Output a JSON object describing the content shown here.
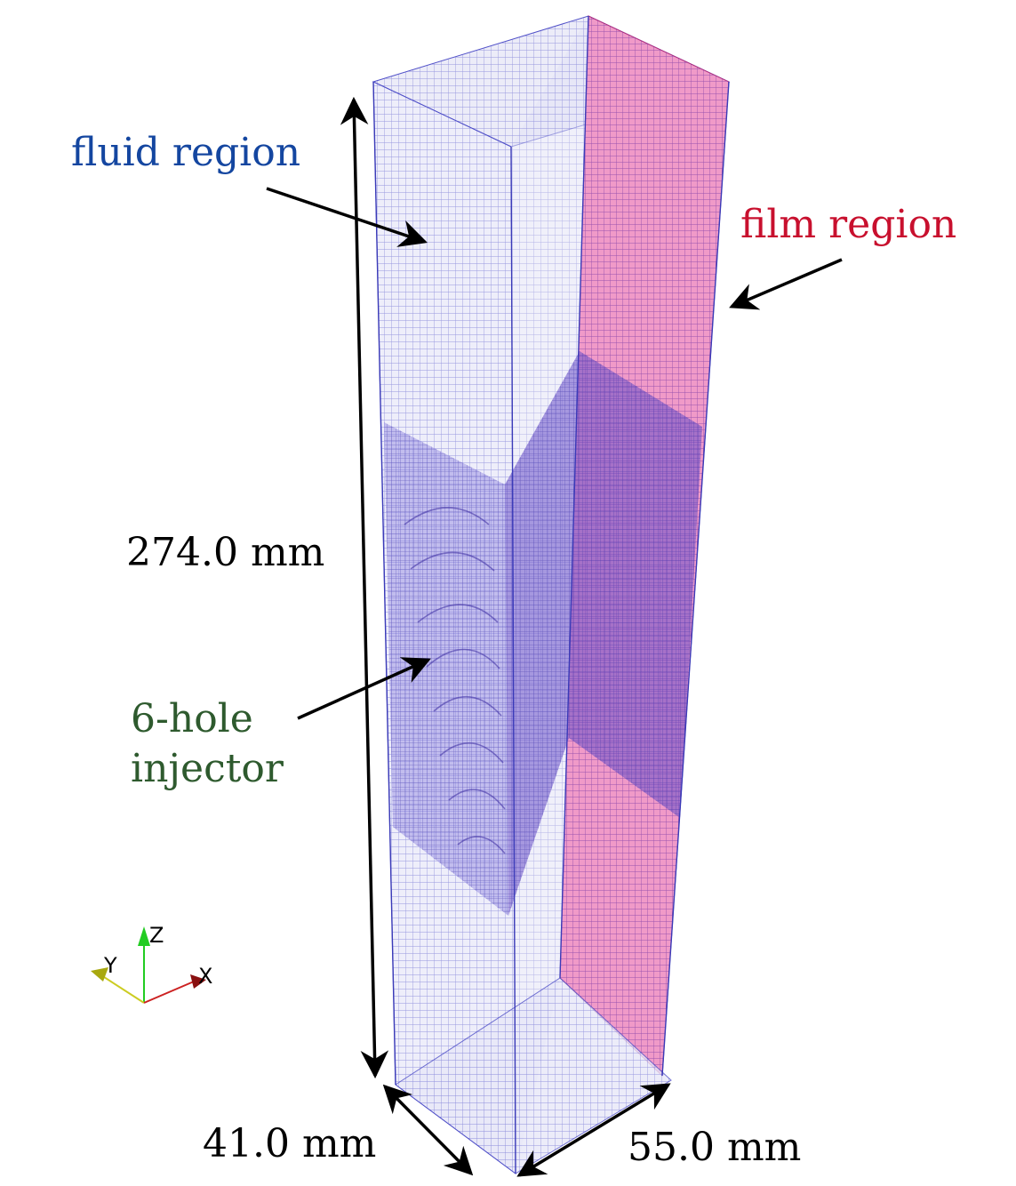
{
  "labels": {
    "fluid_region": "fluid region",
    "film_region": "film region",
    "injector_line1": "6-hole",
    "injector_line2": "injector",
    "height_dim": "274.0 mm",
    "depth_dim": "41.0 mm",
    "width_dim": "55.0 mm"
  },
  "axes": {
    "z": "Z",
    "y": "Y",
    "x": "X"
  },
  "colors": {
    "fluid_label": "#1446a0",
    "film_label": "#c8102e",
    "injector_label": "#2e5a2e",
    "mesh_line": "#3a3ab8",
    "fluid_fill": "#eeeefa",
    "film_fill": "#f08cc0",
    "injector_zone": "#6a5ad8",
    "axis_z": "#22cc22",
    "axis_y": "#cccc22",
    "axis_x": "#cc2222"
  }
}
